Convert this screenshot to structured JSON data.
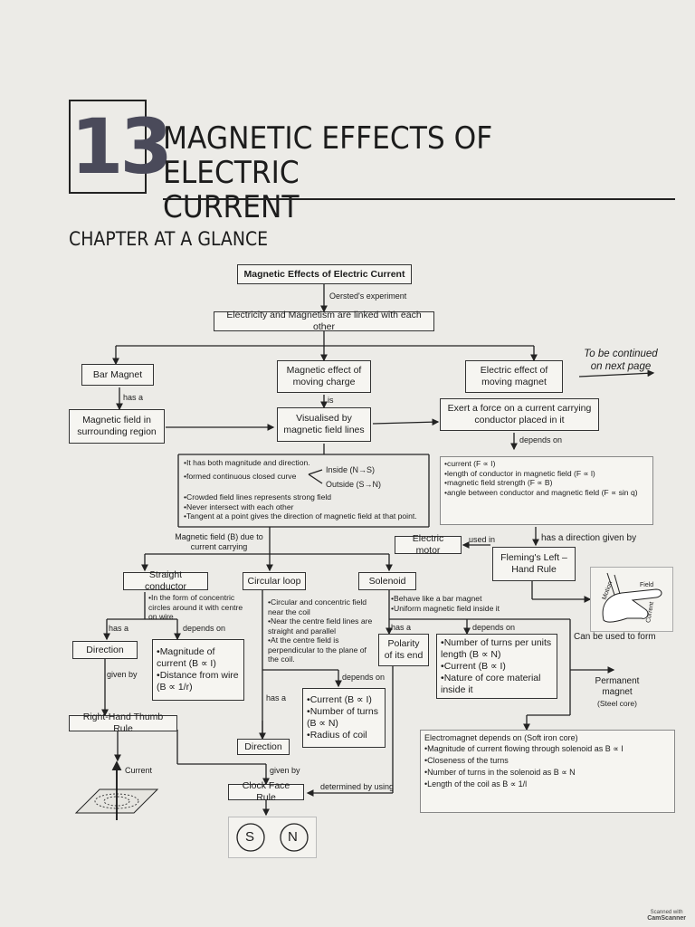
{
  "chapter": {
    "number": "13",
    "title_line1": "MAGNETIC EFFECTS OF ELECTRIC",
    "title_line2": "CURRENT",
    "section": "CHAPTER AT A GLANCE"
  },
  "flow": {
    "root": "Magnetic Effects of Electric Current",
    "oersted": "Oersted's experiment",
    "linked": "Electricity and Magnetism are linked with each other",
    "bar_magnet": "Bar Magnet",
    "has_a": "has a",
    "mag_effect_charge": "Magnetic effect of moving charge",
    "is": "is",
    "electric_effect": "Electric effect of moving magnet",
    "continued": "To be continued on next page",
    "mag_field_region": "Magnetic field in surrounding region",
    "visualised": "Visualised by magnetic field lines",
    "exert_force": "Exert a force on a current carrying conductor placed in it",
    "depends_on": "depends on",
    "field_props": [
      "It has both magnitude and direction.",
      "formed continuous closed curve"
    ],
    "inside": "Inside (N→S)",
    "outside": "Outside (S→N)",
    "field_props2": [
      "Crowded field lines represents strong field",
      "Never intersect with each other",
      "Tangent at a point gives the direction of magnetic field at that point."
    ],
    "force_factors": [
      "current (F ∝ I)",
      "length of conductor in magnetic field (F ∝ l)",
      "magnetic field strength (F ∝ B)",
      "angle between conductor and magnetic field (F ∝ sin q)"
    ],
    "field_due_to": "Magnetic field (B) due to current carrying",
    "electric_motor": "Electric motor",
    "used_in": "used in",
    "has_direction": "has a direction given by",
    "fleming": "Fleming's Left – Hand Rule",
    "straight": "Straight conductor",
    "circular": "Circular loop",
    "solenoid": "Solenoid",
    "straight_note": "In the form of concentric circles around it with centre on wire",
    "circular_notes": [
      "Circular and concentric field near the coil",
      "Near the centre field lines are straight and parallel",
      "At the centre field is perpendicular to the plane of the coil."
    ],
    "solenoid_notes": [
      "Behave like a bar magnet",
      "Uniform magnetic field inside it"
    ],
    "has_a2": "has a",
    "depends_on2": "depends on",
    "direction": "Direction",
    "given_by": "given by",
    "straight_factors": [
      "Magnitude of current (B ∝ I)",
      "Distance from wire (B ∝ 1/r)"
    ],
    "depends_on3": "depends on",
    "has_a3": "has a",
    "loop_factors": [
      "Current (B ∝ I)",
      "Number of turns (B ∝ N)",
      "Radius of coil"
    ],
    "polarity": "Polarity of its end",
    "has_a4": "has a",
    "depends_on4": "depends on",
    "solenoid_factors": [
      "Number of turns per units length (B ∝ N)",
      "Current (B ∝ I)",
      "Nature of core material inside it"
    ],
    "can_be_used": "Can be used to form",
    "permanent": "Permanent magnet",
    "steel": "(Steel core)",
    "rht": "Right-Hand Thumb Rule",
    "direction2": "Direction",
    "given_by2": "given by",
    "determined": "determined by using",
    "clock": "Clock Face Rule",
    "s": "S",
    "n": "N",
    "current_label": "Current",
    "electromagnet_title": "Electromagnet depends on (Soft iron core)",
    "electromagnet_factors": [
      "Magnitude of current flowing through solenoid as B ∝ I",
      "Closeness of the turns",
      "Number of turns in the solenoid as B ∝ N",
      "Length of the coil as B ∝ 1/l"
    ],
    "hand_labels": {
      "field": "Field",
      "motion": "Motion",
      "current": "Current"
    }
  },
  "scanner": {
    "line1": "Scanned with",
    "line2": "CamScanner"
  }
}
